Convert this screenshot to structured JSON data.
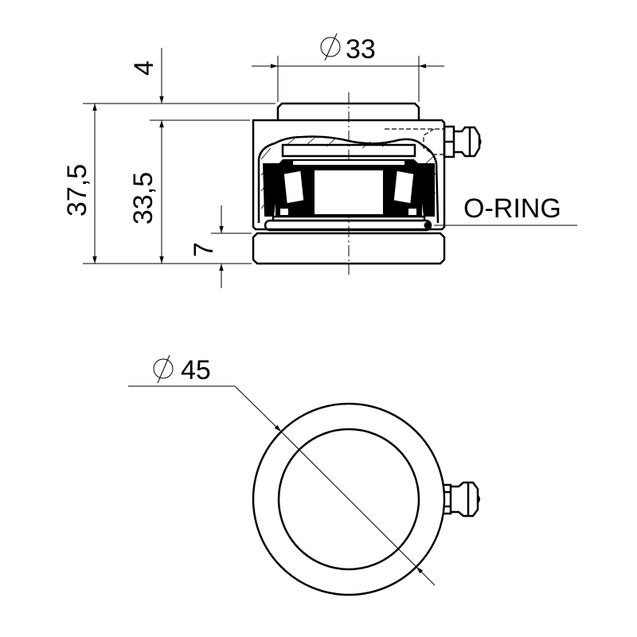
{
  "drawing": {
    "type": "technical-drawing",
    "subject": "bearing housing with grease nipple",
    "views": [
      "side-section",
      "top"
    ],
    "line_color": "#000000",
    "background": "#ffffff"
  },
  "side_view": {
    "dimensions": {
      "top_diameter": {
        "symbol": "⌀",
        "value": "33"
      },
      "top_step_height": {
        "value": "4"
      },
      "overall_height": {
        "value": "37,5"
      },
      "body_height": {
        "value": "33,5"
      },
      "base_height": {
        "value": "7"
      }
    },
    "labels": {
      "oring": "O-RING"
    }
  },
  "top_view": {
    "dimensions": {
      "outer_diameter": {
        "symbol": "⌀",
        "value": "45"
      }
    }
  }
}
